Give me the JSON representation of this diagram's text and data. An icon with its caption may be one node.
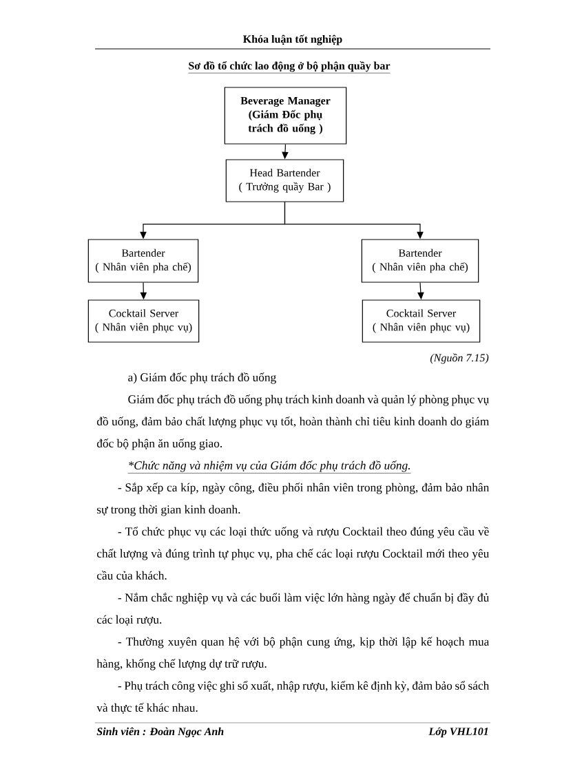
{
  "diagram": {
    "title": "Sơ đồ tổ chức lao động ở bộ phận quầy bar",
    "caption": "(Nguồn 7.15)",
    "nodes": [
      {
        "text": [
          "Beverage Manager",
          "(Giám Đốc phụ trách đồ uống )"
        ]
      },
      {
        "text": [
          "Head Bartender",
          "( Trưởng quầy Bar )"
        ]
      },
      {
        "text": [
          "Bartender",
          "( Nhân viên pha chế)"
        ]
      },
      {
        "text": [
          "Bartender",
          "( Nhân viên pha chế)"
        ]
      },
      {
        "text": [
          "Cocktail Server",
          "( Nhân viên phục vụ)"
        ]
      },
      {
        "text": [
          "Cocktail Server",
          "( Nhân viên phục vụ)"
        ]
      }
    ],
    "edges": [
      {
        "from": 0,
        "to": 1,
        "arrow": "to"
      },
      {
        "from": 1,
        "to": 2,
        "arrow": "to"
      },
      {
        "from": 1,
        "to": 3,
        "arrow": "to"
      },
      {
        "from": 2,
        "to": 4,
        "arrow": "to"
      },
      {
        "from": 3,
        "to": 5,
        "arrow": "to"
      }
    ],
    "labels": [
      "Khóa luận tốt nghiệp",
      "a) Giám đốc phụ trách đồ uống",
      "Giám đốc phụ trách đồ uống phụ trách kinh doanh và quản lý phòng phục vụ đồ uống, đảm bảo chất lượng phục vụ tốt, hoàn thành chỉ tiêu kinh doanh do giám đốc bộ phận ăn uống giao.",
      "*Chức năng và nhiệm vụ của Giám đốc phụ trách đồ uống.",
      "- Sắp xếp ca kíp, ngày công, điều phối nhân viên trong phòng, đảm bảo nhân sự trong thời gian kinh doanh.",
      "- Tổ chức phục vụ các loại thức uống và rượu Cocktail theo đúng yêu cầu về chất lượng và đúng trình tự phục vụ, pha chế các loại rượu Cocktail mới theo yêu cầu của khách.",
      "- Nắm chắc nghiệp vụ và các buổi làm việc lớn hàng ngày để chuẩn bị đầy đủ các loại rượu.",
      "- Thường xuyên quan hệ với bộ phận cung ứng, kịp thời lập kế hoạch mua hàng, khống chế lượng dự trữ rượu.",
      "- Phụ trách công việc ghi sổ xuất, nhập rượu, kiểm kê định kỳ, đảm bảo sổ sách và thực tế khác nhau.",
      "Sinh viên : Đoàn Ngọc Anh",
      "Lớp VHL101"
    ]
  }
}
